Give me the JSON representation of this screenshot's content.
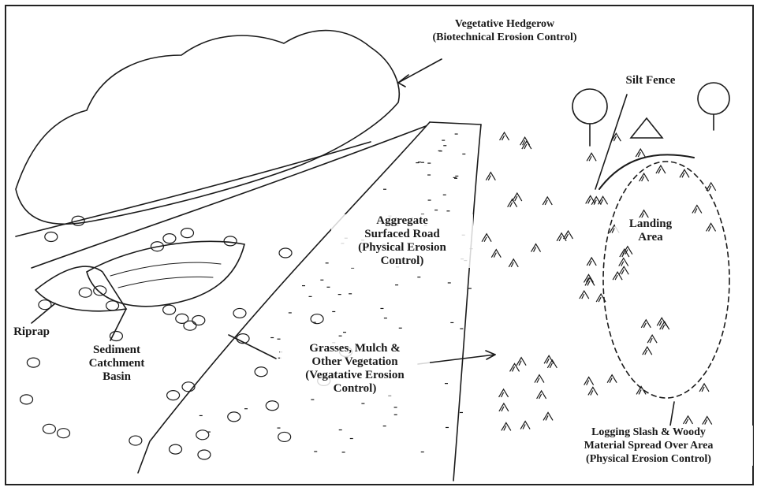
{
  "labels": {
    "hedgerow": [
      "Vegetative Hedgerow",
      "(Biotechnical Erosion Control)"
    ],
    "silt_fence": [
      "Silt Fence"
    ],
    "road": [
      "Aggregate",
      "Surfaced Road",
      "(Physical Erosion",
      "Control)"
    ],
    "landing": [
      "Landing",
      "Area"
    ],
    "riprap": [
      "Riprap"
    ],
    "sediment": [
      "Sediment",
      "Catchment",
      "Basin"
    ],
    "grasses": [
      "Grasses, Mulch &",
      "Other Vegetation",
      "(Vegatative Erosion",
      "Control)"
    ],
    "slash": [
      "Logging Slash & Woody",
      "Material Spread Over Area",
      "(Physical Erosion Control)"
    ]
  },
  "colors": {
    "ink": "#1a1a1a",
    "background": "#ffffff"
  }
}
